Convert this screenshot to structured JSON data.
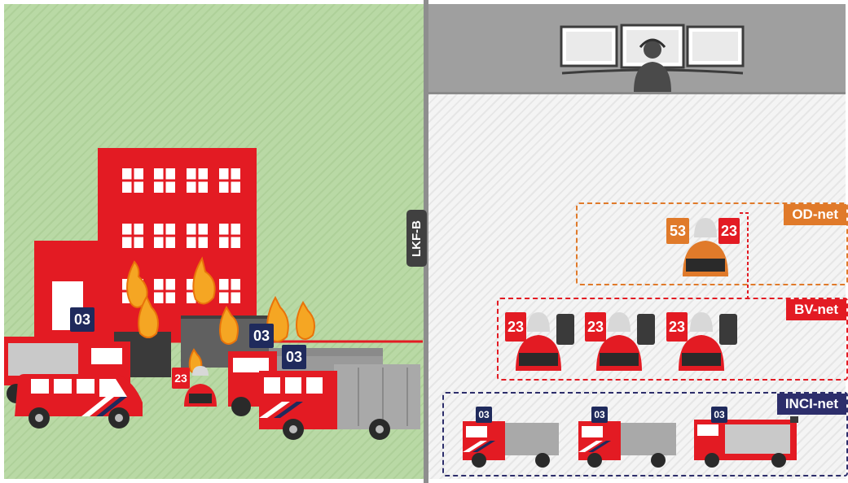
{
  "divider_label": "LKF-B",
  "networks": {
    "od": {
      "label": "OD-net",
      "color": "#e07a2a"
    },
    "bv": {
      "label": "BV-net",
      "color": "#e31b23"
    },
    "inci": {
      "label": "INCI-net",
      "color": "#2d2e6b"
    }
  },
  "badges": {
    "od_orange": "53",
    "od_red": "23",
    "bv_1": "23",
    "bv_2": "23",
    "bv_3": "23",
    "inci_1": "03",
    "inci_2": "03",
    "inci_3": "03",
    "scene_van": "03",
    "scene_truck_a": "03",
    "scene_truck_b": "03",
    "scene_firefighter": "23"
  },
  "colors": {
    "fire_red": "#e31b23",
    "navy": "#1f2a5c",
    "orange": "#e07a2a",
    "grass": "#b9d9a5"
  },
  "icons": [
    "monitor-icon",
    "operator-icon",
    "building-icon",
    "flame-icon",
    "fire-truck-icon",
    "van-icon",
    "firefighter-icon",
    "radio-icon"
  ]
}
